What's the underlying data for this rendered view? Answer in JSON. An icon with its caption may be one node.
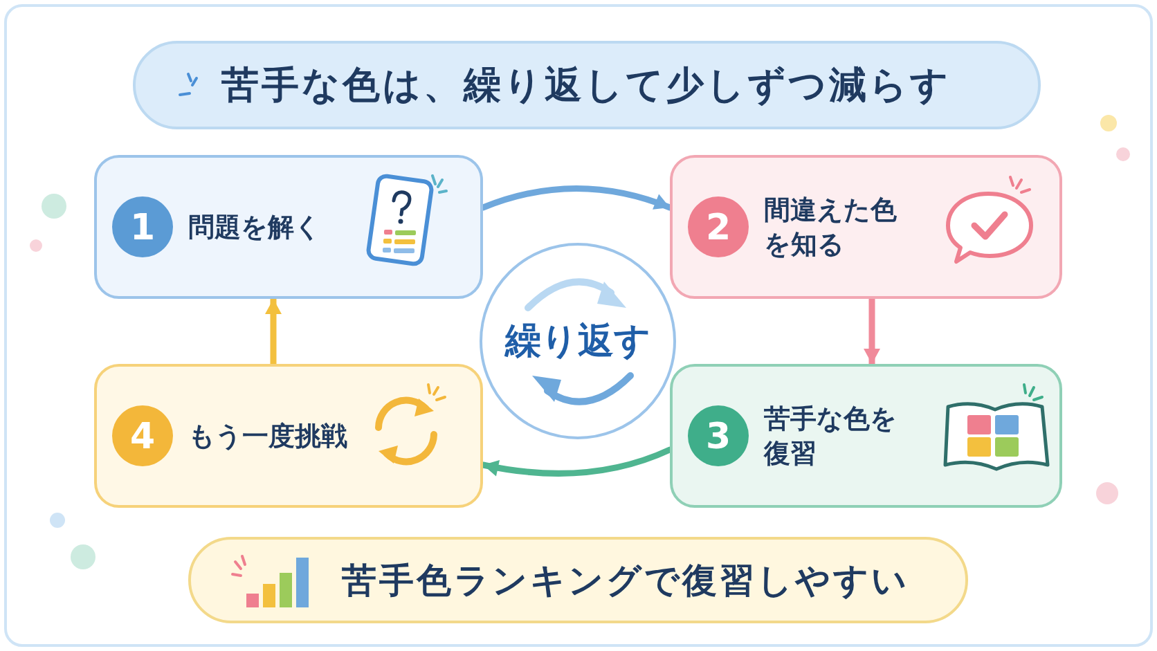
{
  "diagram": {
    "nodes": [
      {
        "text": [
          "苦手な色は、繰り返して少しずつ減らす"
        ]
      },
      {
        "text": [
          "1",
          "問題を解く"
        ]
      },
      {
        "text": [
          "2",
          "間違えた色を知る"
        ]
      },
      {
        "text": [
          "3",
          "苦手な色を復習"
        ]
      },
      {
        "text": [
          "4",
          "もう一度挑戦"
        ]
      },
      {
        "text": [
          "繰り返す"
        ]
      },
      {
        "text": [
          "苦手色ランキングで復習しやすい"
        ]
      }
    ],
    "edges": [
      {
        "from": 1,
        "to": 2,
        "arrow": "to",
        "color": "#6fa8dc"
      },
      {
        "from": 2,
        "to": 3,
        "arrow": "to",
        "color": "#f08a9a"
      },
      {
        "from": 3,
        "to": 4,
        "arrow": "to",
        "color": "#4fb590"
      },
      {
        "from": 4,
        "to": 1,
        "arrow": "to",
        "color": "#f3c03e"
      }
    ]
  }
}
